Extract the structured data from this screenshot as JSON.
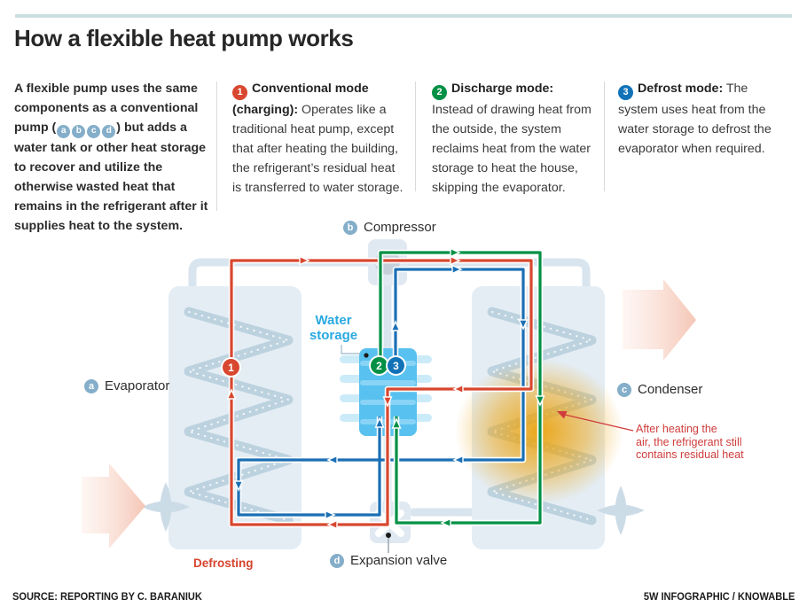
{
  "page": {
    "title": "How a flexible heat pump works"
  },
  "intro": {
    "text_before": "A flexible pump uses the same components as a conventional pump (",
    "badges": [
      "a",
      "b",
      "c",
      "d"
    ],
    "text_after": ") but adds a water tank or other heat storage to recover and utilize the otherwise wasted heat that remains in the refrigerant after it supplies heat to the system."
  },
  "modes": [
    {
      "number": "1",
      "title": "Conventional mode (charging):",
      "body": "Operates like a traditional heat pump, except that after heating the building, the refrigerant’s residual heat is transferred to water storage.",
      "color": "#d8472f"
    },
    {
      "number": "2",
      "title": "Discharge mode:",
      "body": "Instead of drawing heat from the outside, the system reclaims heat from the water storage to heat the house, skipping the evaporator.",
      "color": "#019045"
    },
    {
      "number": "3",
      "title": "Defrost mode:",
      "body": "The system uses heat from the water storage to defrost the evaporator when required.",
      "color": "#1272b8"
    }
  ],
  "diagram": {
    "components": {
      "evaporator_badge": "a",
      "evaporator": "Evaporator",
      "compressor_badge": "b",
      "compressor": "Compressor",
      "condenser_badge": "c",
      "condenser": "Condenser",
      "valve_badge": "d",
      "valve": "Expansion valve",
      "water_storage": "Water\nstorage"
    },
    "mode_badges": {
      "one": "1",
      "two": "2",
      "three": "3"
    },
    "annotations": {
      "residual_heat": "After heating  the\nair, the refrigerant still\ncontains residual heat",
      "defrosting": "Defrosting"
    }
  },
  "footer": {
    "source": "SOURCE: REPORTING BY C. BARANIUK",
    "credit": "5W INFOGRAPHIC / KNOWABLE"
  },
  "colors": {
    "loop_red": "#d8472f",
    "loop_green": "#019045",
    "loop_blue": "#1a6fb5",
    "tank_blue": "#58c1ef",
    "water_label_blue": "#2aa9e1",
    "component_badge_blue": "#84aec9",
    "unit_fill": "#e4edf4",
    "coil": "#bdd2df",
    "glow_orange": "#eca30e",
    "annotation_red": "#cf3c3c",
    "topbar": "#ccdfdf"
  }
}
